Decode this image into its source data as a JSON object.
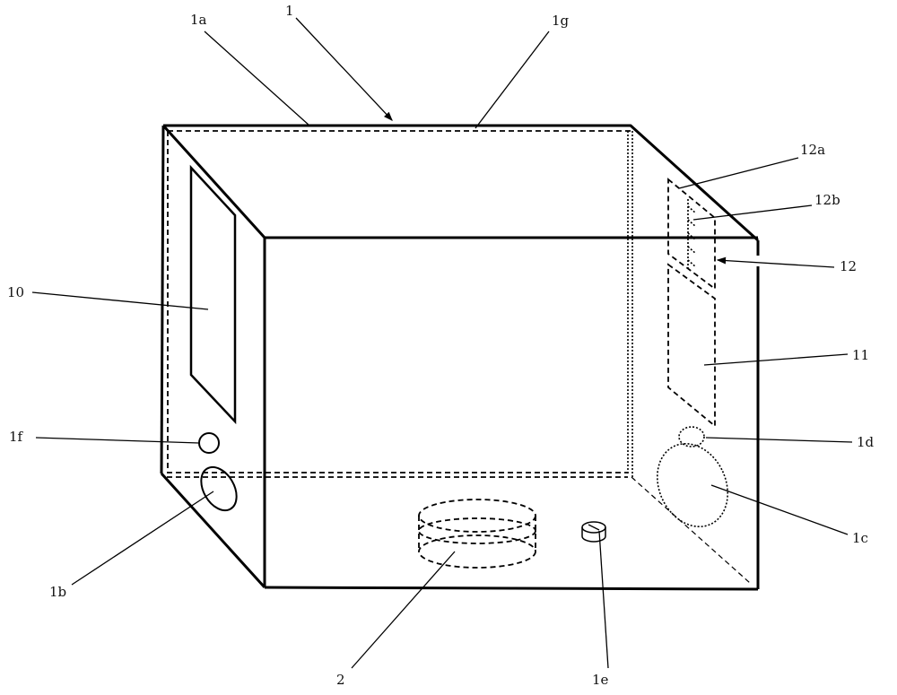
{
  "figure": {
    "labels": {
      "l1": "1",
      "l1a": "1a",
      "l1g": "1g",
      "l12a": "12a",
      "l12b": "12b",
      "l12": "12",
      "l10": "10",
      "l11": "11",
      "l1f": "1f",
      "l1d": "1d",
      "l1c": "1c",
      "l1b": "1b",
      "l2": "2",
      "l1e": "1e"
    }
  }
}
